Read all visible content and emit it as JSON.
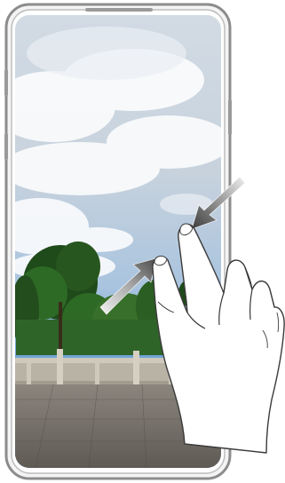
{
  "illustration": {
    "subject": "pinch-to-zoom-out-gesture",
    "device": "phone",
    "gesture": "two-finger-pinch-inward",
    "icons": [
      "hand-icon",
      "arrow-in-top-right-icon",
      "arrow-in-bottom-left-icon"
    ]
  },
  "colors": {
    "frame": "#8c8c8c",
    "frame_inner": "#e6e6e6",
    "sky_top": "#c9d6e2",
    "sky_mid": "#bcd0e3",
    "sky_blue": "#5d98d6",
    "tree_dark": "#1f4a1a",
    "tree_mid": "#2d6a25",
    "railing": "#c9c3b6",
    "ground": "#6f6a63",
    "hand_fill": "#ffffff",
    "hand_stroke": "#3a3a3a",
    "arrow_dark": "#4d4d4d",
    "arrow_light": "#f2f2f2"
  }
}
